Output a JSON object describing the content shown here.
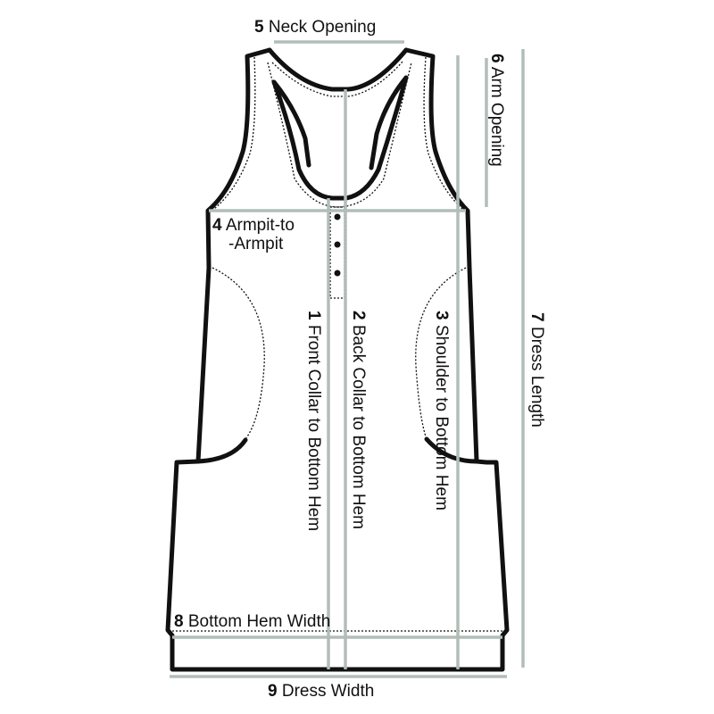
{
  "colors": {
    "outline": "#111111",
    "measure": "#b3bdb8"
  },
  "labels": [
    {
      "num": "1",
      "text": "Front Collar to Bottom Hem"
    },
    {
      "num": "2",
      "text": "Back Collar to Bottom Hem"
    },
    {
      "num": "3",
      "text": "Shoulder to Bottom Hem"
    },
    {
      "num": "4",
      "text": "Armpit-to",
      "text2": "-Armpit"
    },
    {
      "num": "5",
      "text": "Neck Opening"
    },
    {
      "num": "6",
      "text": "Arm Opening"
    },
    {
      "num": "7",
      "text": "Dress Length"
    },
    {
      "num": "8",
      "text": "Bottom Hem Width"
    },
    {
      "num": "9",
      "text": "Dress Width"
    }
  ]
}
